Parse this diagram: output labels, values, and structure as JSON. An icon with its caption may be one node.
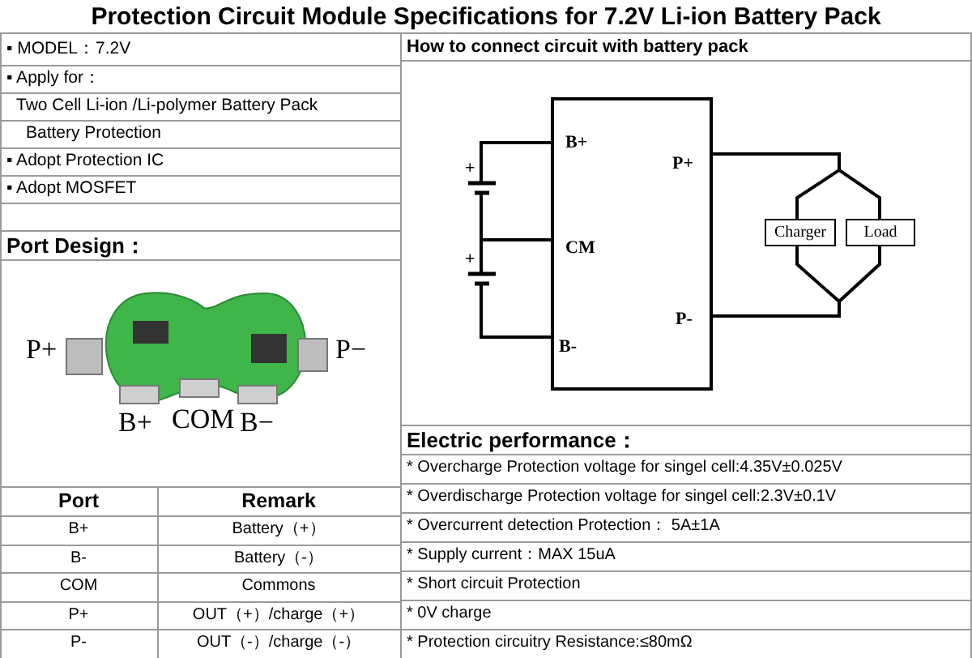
{
  "diagram": {
    "title": "Protection Circuit Module Specifications for 7.2V Li-ion Battery Pack",
    "nodes": [
      {
        "text": [],
        "shape": "box"
      },
      {
        "text": [
          "Charger"
        ]
      },
      {
        "text": [
          "Load"
        ]
      }
    ],
    "edges": [
      {
        "from": 0,
        "to": 1,
        "arrow": "none"
      },
      {
        "from": 0,
        "to": 2,
        "arrow": "none"
      },
      {
        "from": 1,
        "to": 0,
        "arrow": "none"
      },
      {
        "from": 2,
        "to": 0,
        "arrow": "none"
      }
    ],
    "labels": [
      "▪ MODEL：7.2V",
      "▪ Apply for：",
      "Two Cell Li-ion /Li-polymer Battery Pack",
      "Battery Protection",
      "▪ Adopt Protection IC",
      "▪ Adopt MOSFET",
      "How to connect circuit with battery pack",
      "+",
      "B+",
      "P+",
      "+",
      "CM",
      "P-",
      "B-",
      "Port Design：",
      "P+",
      "P−",
      "B+",
      "COM",
      "B−",
      "Port",
      "Remark",
      "B+",
      "Battery（+）",
      "B-",
      "Battery（-）",
      "COM",
      "Commons",
      "P+",
      "OUT（+）/charge（+）",
      "P-",
      "OUT（-）/charge（-）",
      "Electric performance：",
      "* Overcharge Protection voltage for singel cell:4.35V±0.025V",
      "* Overdischarge Protection voltage for singel cell:2.3V±0.1V",
      "* Overcurrent detection Protection： 5A±1A",
      "* Supply current：MAX 15uA",
      "* Short circuit Protection",
      "* 0V charge",
      "* Protection circuitry Resistance:≤80mΩ"
    ]
  }
}
